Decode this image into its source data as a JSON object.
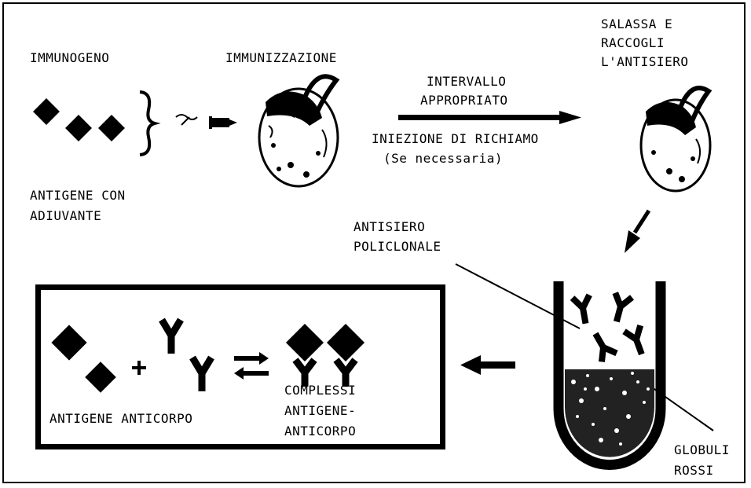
{
  "labels": {
    "immunogeno": "IMMUNOGENO",
    "immunizzazione": "IMMUNIZZAZIONE",
    "intervallo_line1": "INTERVALLO",
    "intervallo_line2": "APPROPRIATO",
    "iniezione": "INIEZIONE DI RICHIAMO",
    "se_necessaria": "(Se necessaria)",
    "salassa_line1": "SALASSA E",
    "salassa_line2": "RACCOGLI",
    "salassa_line3": "L'ANTISIERO",
    "antigene_con": "ANTIGENE CON",
    "adiuvante": "ADIUVANTE",
    "antisiero_line1": "ANTISIERO",
    "antisiero_line2": "POLICLONALE",
    "antigene_anticorpo": "ANTIGENE ANTICORPO",
    "complessi_line1": "COMPLESSI",
    "complessi_line2": "ANTIGENE-",
    "complessi_line3": "ANTICORPO",
    "globuli_line1": "GLOBULI",
    "globuli_line2": "ROSSI"
  },
  "colors": {
    "ink": "#000000",
    "paper": "#ffffff"
  },
  "icons": {
    "antigen": "diamond-icon",
    "antibody": "antibody-y-icon",
    "animal": "rabbit-illustration",
    "syringe": "syringe-icon"
  }
}
